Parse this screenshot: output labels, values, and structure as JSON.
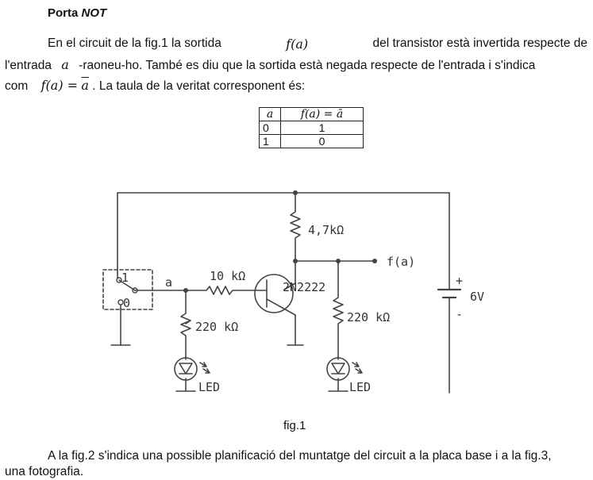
{
  "heading": {
    "prefix": "Porta ",
    "emph": "NOT"
  },
  "para1": {
    "l1_a": "En el circuit de la fig.1 la sortida",
    "l1_math": "f(a)",
    "l1_b": "del transistor està invertida respecte de",
    "l2_a": "l'entrada",
    "l2_math": "a",
    "l2_b": "-raoneu-ho. També es diu que la sortida està negada respecte de l'entrada i s'indica",
    "l3_a": "com",
    "l3_math_lhs": "f(a) =",
    "l3_math_rhs": "a",
    "l3_b": ". La taula de la veritat corresponent és:"
  },
  "truth_table": {
    "headers": [
      "a",
      "f(a) = ā"
    ],
    "rows": [
      [
        "0",
        "1"
      ],
      [
        "1",
        "0"
      ]
    ]
  },
  "circuit": {
    "r_collector": "4,7kΩ",
    "r_base": "10 kΩ",
    "r_input": "220 kΩ",
    "r_output": "220 kΩ",
    "transistor": "2N2222",
    "output_label": "f(a)",
    "input_label": "a",
    "switch_pos_1": "1",
    "switch_pos_0": "0",
    "supply_voltage": "6V",
    "plus": "+",
    "minus": "-",
    "led_left": "LED",
    "led_right": "LED"
  },
  "caption": "fig.1",
  "para2": {
    "l1": "A la fig.2 s'indica una possible planificació del muntatge del circuit a la placa base i a la fig.3,",
    "l2": "una fotografia."
  }
}
